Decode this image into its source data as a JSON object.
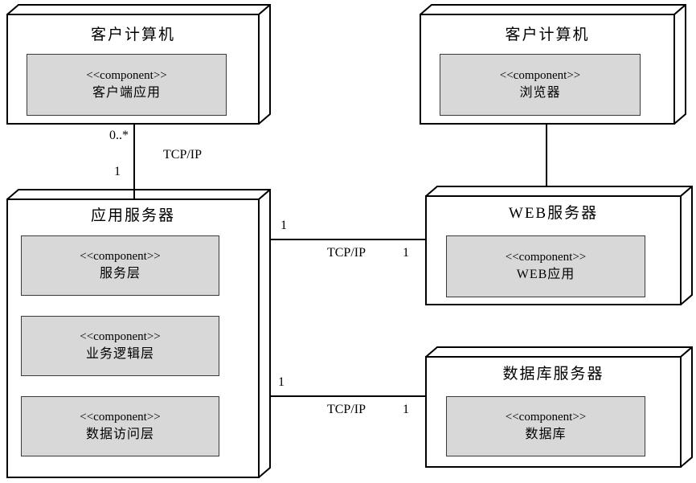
{
  "nodes": [
    {
      "title": "客户计算机",
      "components": [
        {
          "stereotype": "<<component>>",
          "name": "客户端应用"
        }
      ]
    },
    {
      "title": "客户计算机",
      "components": [
        {
          "stereotype": "<<component>>",
          "name": "浏览器"
        }
      ]
    },
    {
      "title": "应用服务器",
      "components": [
        {
          "stereotype": "<<component>>",
          "name": "服务层"
        },
        {
          "stereotype": "<<component>>",
          "name": "业务逻辑层"
        },
        {
          "stereotype": "<<component>>",
          "name": "数据访问层"
        }
      ]
    },
    {
      "title": "WEB服务器",
      "components": [
        {
          "stereotype": "<<component>>",
          "name": "WEB应用"
        }
      ]
    },
    {
      "title": "数据库服务器",
      "components": [
        {
          "stereotype": "<<component>>",
          "name": "数据库"
        }
      ]
    }
  ],
  "connections": [
    {
      "from": "client-computer-1",
      "to": "app-server",
      "source_multiplicity": "0..*",
      "protocol": "TCP/IP",
      "target_multiplicity": "1"
    },
    {
      "from": "client-computer-2",
      "to": "web-server"
    },
    {
      "from": "app-server",
      "to": "web-server",
      "source_multiplicity": "1",
      "protocol": "TCP/IP",
      "target_multiplicity": "1"
    },
    {
      "from": "app-server",
      "to": "db-server",
      "source_multiplicity": "1",
      "protocol": "TCP/IP",
      "target_multiplicity": "1"
    }
  ],
  "colors": {
    "node_fill": "#ffffff",
    "component_fill": "#d8d8d8",
    "line": "#000000",
    "component_border": "#3a3a3a"
  }
}
